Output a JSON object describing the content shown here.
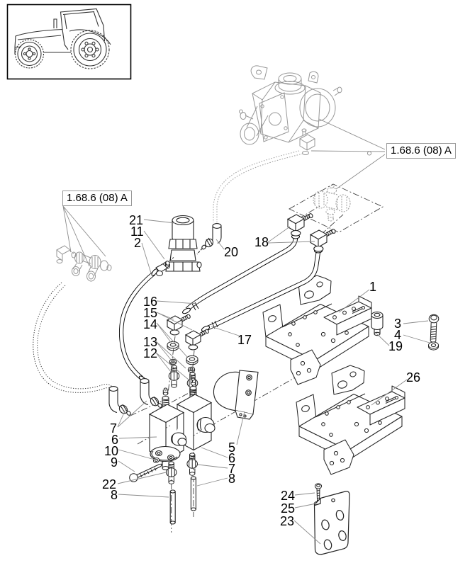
{
  "figure": {
    "ref_label_left": "1.68.6 (08) A",
    "ref_label_right": "1.68.6 (08) A"
  },
  "callouts": [
    {
      "n": "21"
    },
    {
      "n": "11"
    },
    {
      "n": "2"
    },
    {
      "n": "20"
    },
    {
      "n": "18"
    },
    {
      "n": "16"
    },
    {
      "n": "15"
    },
    {
      "n": "14"
    },
    {
      "n": "13"
    },
    {
      "n": "12"
    },
    {
      "n": "17"
    },
    {
      "n": "1"
    },
    {
      "n": "3"
    },
    {
      "n": "4"
    },
    {
      "n": "19"
    },
    {
      "n": "26"
    },
    {
      "n": "7"
    },
    {
      "n": "6"
    },
    {
      "n": "10"
    },
    {
      "n": "9"
    },
    {
      "n": "22"
    },
    {
      "n": "8"
    },
    {
      "n": "5"
    },
    {
      "n": "6"
    },
    {
      "n": "7"
    },
    {
      "n": "8"
    },
    {
      "n": "24"
    },
    {
      "n": "25"
    },
    {
      "n": "23"
    }
  ]
}
